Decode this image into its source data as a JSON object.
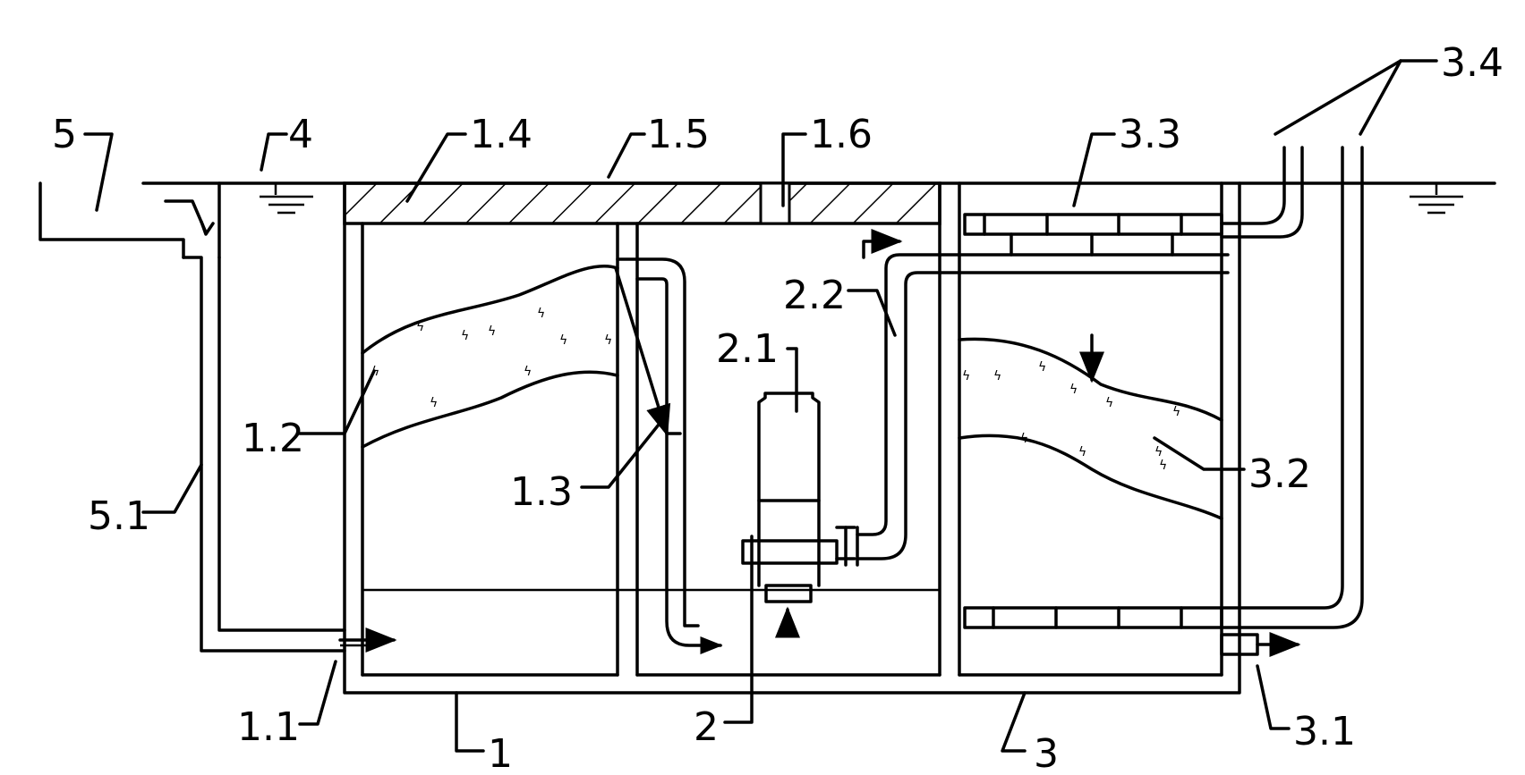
{
  "labels": {
    "l1": "1",
    "l1_1": "1.1",
    "l1_2": "1.2",
    "l1_3": "1.3",
    "l1_4": "1.4",
    "l1_5": "1.5",
    "l1_6": "1.6",
    "l2": "2",
    "l2_1": "2.1",
    "l2_2": "2.2",
    "l3": "3",
    "l3_1": "3.1",
    "l3_2": "3.2",
    "l3_3": "3.3",
    "l3_4": "3.4",
    "l4": "4",
    "l5": "5",
    "l5_1": "5.1"
  },
  "colors": {
    "ink": "#000000",
    "background": "#ffffff"
  }
}
